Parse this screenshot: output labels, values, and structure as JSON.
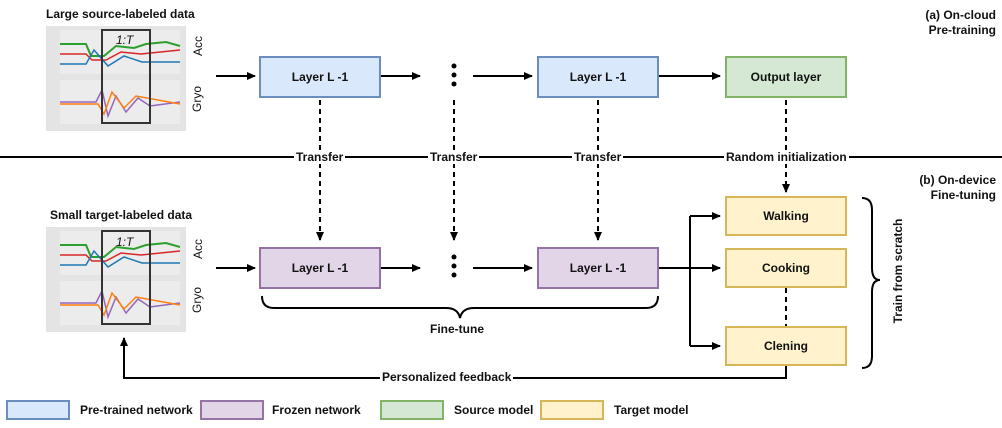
{
  "source_data": {
    "title": "Large source-labeled data",
    "window_label": "1:T",
    "acc_label": "Acc",
    "gyro_label": "Gryo"
  },
  "target_data": {
    "title": "Small target-labeled data",
    "window_label": "1:T",
    "acc_label": "Acc",
    "gyro_label": "Gryo"
  },
  "cloud": {
    "title_line1": "(a) On-cloud",
    "title_line2": "Pre-training",
    "layer1": "Layer L -1",
    "layer2": "Layer L -1",
    "output": "Output layer"
  },
  "device": {
    "title_line1": "(b) On-device",
    "title_line2": "Fine-tuning",
    "layer1": "Layer L -1",
    "layer2": "Layer L -1",
    "classes": [
      "Walking",
      "Cooking",
      "Clening"
    ],
    "fine_tune": "Fine-tune",
    "train_scratch": "Train from scratch",
    "feedback": "Personalized feedback"
  },
  "transfer_labels": [
    "Transfer",
    "Transfer",
    "Transfer",
    "Random initialization"
  ],
  "legend": [
    {
      "label": "Pre-trained network",
      "color": "#dae8fc",
      "border": "#6c8ebf"
    },
    {
      "label": "Frozen network",
      "color": "#e1d5e7",
      "border": "#9673a6"
    },
    {
      "label": "Source model",
      "color": "#d5e8d4",
      "border": "#82b366"
    },
    {
      "label": "Target model",
      "color": "#fff2cc",
      "border": "#d6b656"
    }
  ],
  "colors": {
    "pretrained": "#dae8fc",
    "frozen": "#e1d5e7",
    "source": "#d5e8d4",
    "target": "#fff2cc"
  }
}
